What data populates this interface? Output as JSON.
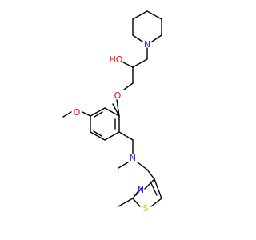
{
  "structure": {
    "atoms": {
      "nitrogen_piperidine": {
        "label": "N",
        "color": "#3333ff"
      },
      "hydroxyl": {
        "label": "HO",
        "color": "#ff0000"
      },
      "ether_oxygen": {
        "label": "O",
        "color": "#ff0000"
      },
      "methoxy_oxygen": {
        "label": "O",
        "color": "#ff0000"
      },
      "nitrogen_amine": {
        "label": "N",
        "color": "#3333ff"
      },
      "nitrogen_thiazole": {
        "label": "N",
        "color": "#3333ff"
      },
      "sulfur_thiazole": {
        "label": "S",
        "color": "#cccc00"
      }
    },
    "bond_color": "#000000"
  }
}
